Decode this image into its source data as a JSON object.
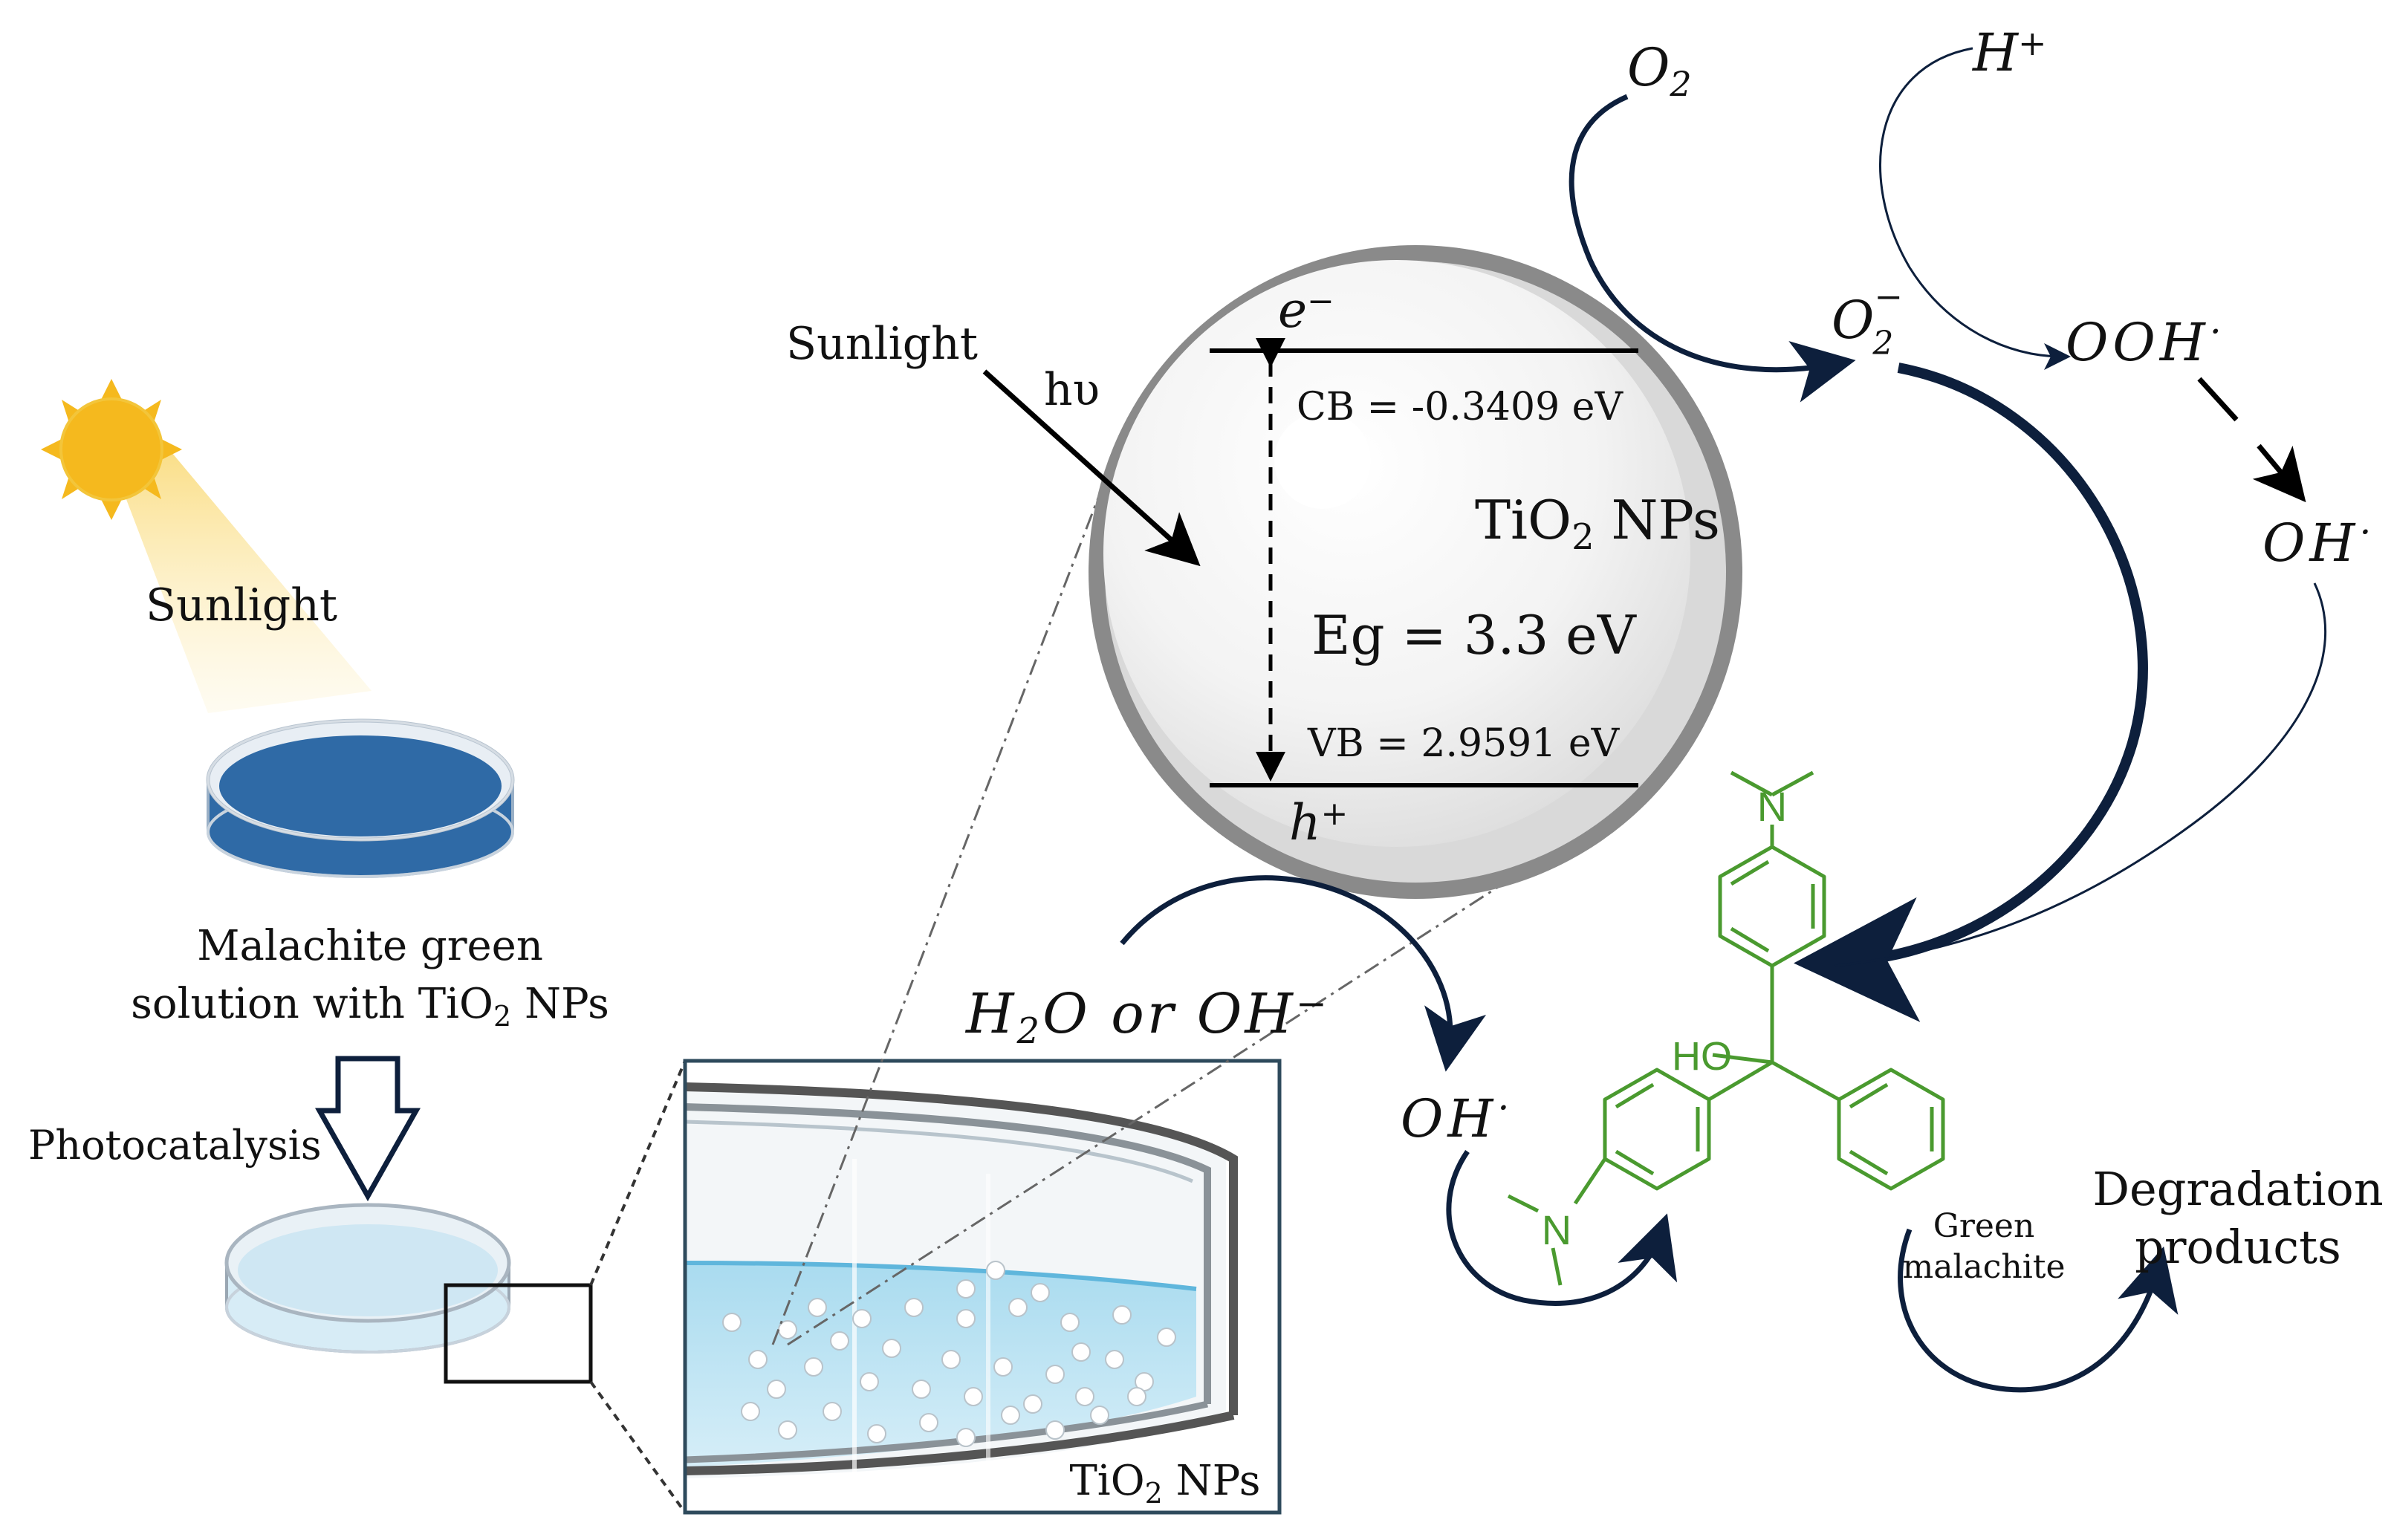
{
  "left_panel": {
    "sun_label": "Sunlight",
    "dish_caption_line1": "Malachite green",
    "dish_caption_line2_prefix": "solution with TiO",
    "dish_caption_line2_sub": "2",
    "dish_caption_line2_suffix": " NPs",
    "process_label": "Photocatalysis"
  },
  "inset": {
    "label_prefix": "TiO",
    "label_sub": "2",
    "label_suffix": " NPs"
  },
  "particle": {
    "light_label": "Sunlight",
    "photon_label": "hυ",
    "electron": "e",
    "electron_sup": "−",
    "hole": "h",
    "hole_sup": "+",
    "cb_label": "CB = -0.3409 eV",
    "vb_label": "VB = 2.9591 eV",
    "eg_label": "Eg = 3.3 eV",
    "name_prefix": "TiO",
    "name_sub": "2",
    "name_suffix": " NPs"
  },
  "reactions": {
    "o2": "O",
    "o2_sub": "2",
    "hplus": "H",
    "hplus_sup": "+",
    "superoxide": "O",
    "superoxide_sub": "2",
    "superoxide_sup": "−",
    "ooh": "OOH",
    "ooh_sup": "·",
    "oh_right": "OH",
    "oh_right_sup": "·",
    "water_h": "H",
    "water_sub": "2",
    "water_rest": "O or OH",
    "water_sup": "−",
    "oh_left": "OH",
    "oh_left_sup": "·"
  },
  "molecule": {
    "ho_label": "HO",
    "n_top": "N",
    "n_left": "N",
    "name_line1": "Green",
    "name_line2": "malachite"
  },
  "products": {
    "line1": "Degradation",
    "line2": "products"
  },
  "colors": {
    "arrow_navy": "#0d1f3c",
    "molecule_green": "#4a9a2f",
    "particle_ring": "#8a8a8a",
    "dish_blue": "#2f6aa6",
    "sun_yellow": "#f5b91e",
    "water_light_blue": "#bfe3f2"
  }
}
